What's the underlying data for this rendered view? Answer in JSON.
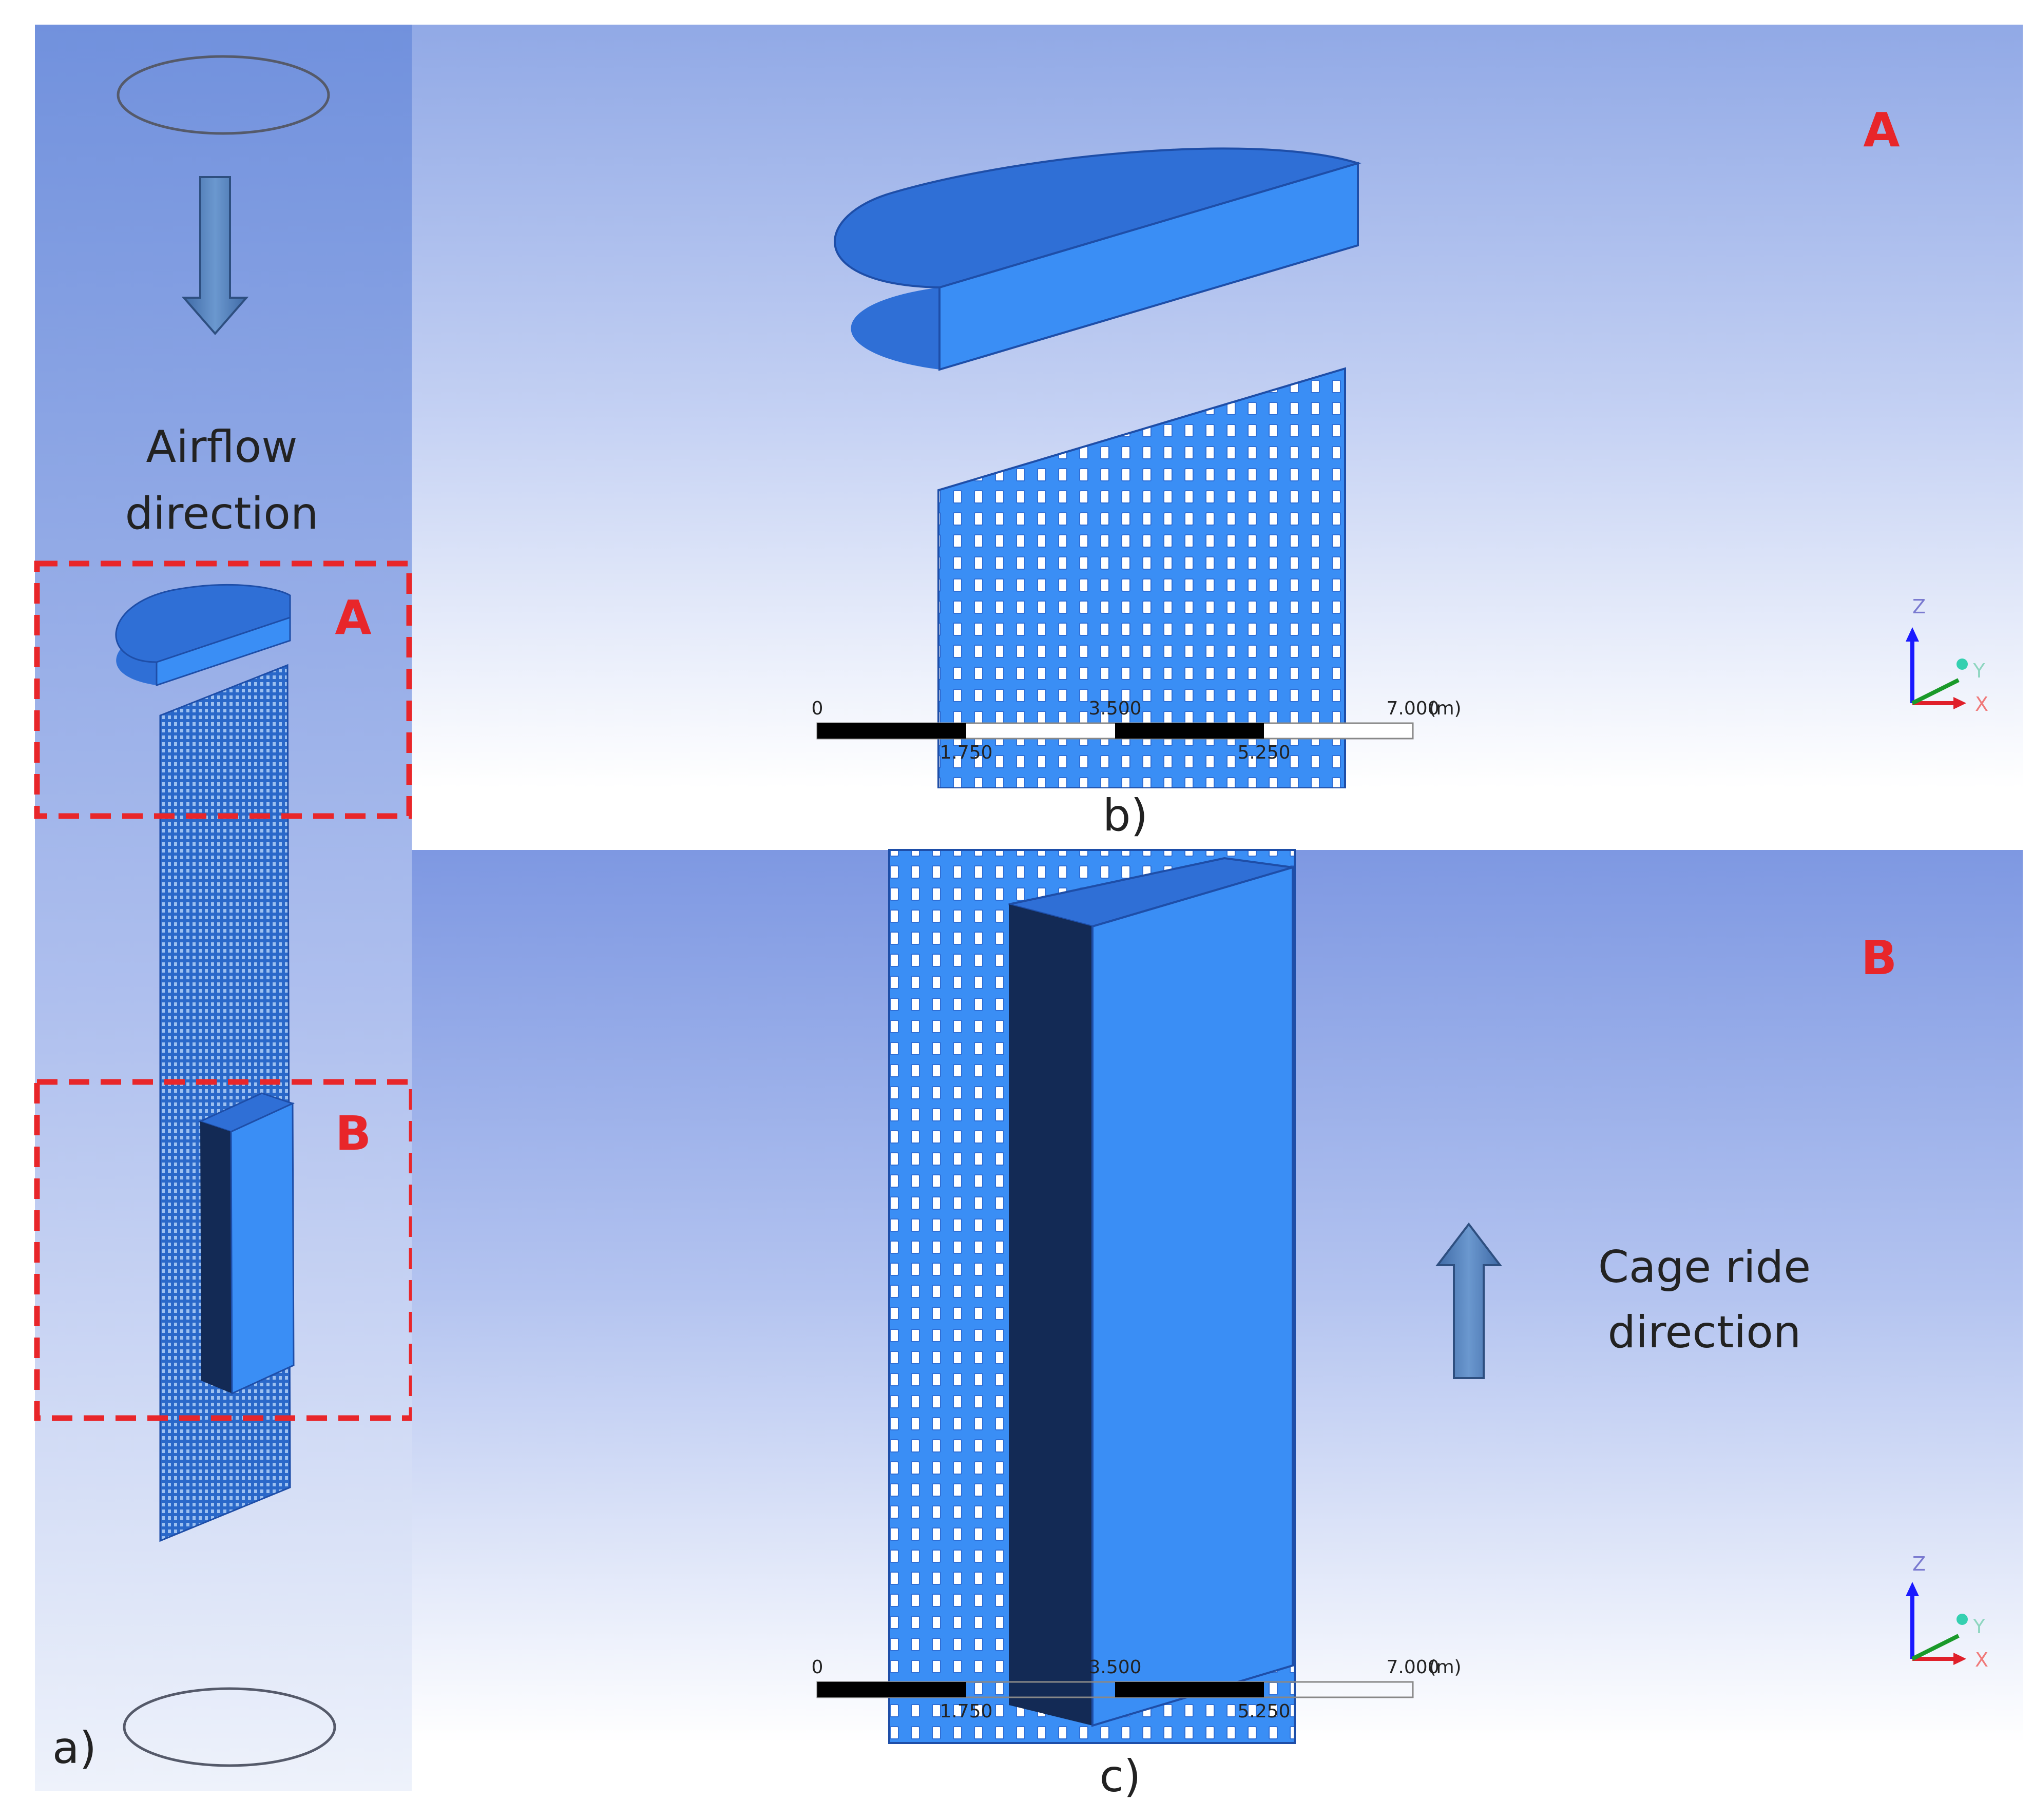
{
  "panel_a": {
    "airflow_label_line1": "Airflow",
    "airflow_label_line2": "direction",
    "zone_a": "A",
    "zone_b": "B",
    "caption": "a)"
  },
  "panel_b": {
    "marker": "A",
    "caption": "b)",
    "scale_bar": {
      "start": "0",
      "mid": "3.500",
      "end": "7.000",
      "unit": "(m)",
      "q1": "1.750",
      "q3": "5.250"
    },
    "triad": {
      "z": "Z",
      "y": "Y",
      "x": "X"
    }
  },
  "panel_c": {
    "marker": "B",
    "caption": "c)",
    "cage_label_line1": "Cage ride",
    "cage_label_line2": "direction",
    "scale_bar": {
      "start": "0",
      "mid": "3.500",
      "end": "7.000",
      "unit": "(m)",
      "q1": "1.750",
      "q3": "5.250"
    },
    "triad": {
      "z": "Z",
      "y": "Y",
      "x": "X"
    }
  },
  "colors": {
    "solid_light": "#3a8ef5",
    "solid_mid": "#2f6fd6",
    "solid_dark": "#132a55",
    "zone_outline": "#e8262a",
    "arrow_fill": "#4878b4",
    "bg_top": "#7b9ae0",
    "bg_bottom": "#f4f6fd"
  }
}
